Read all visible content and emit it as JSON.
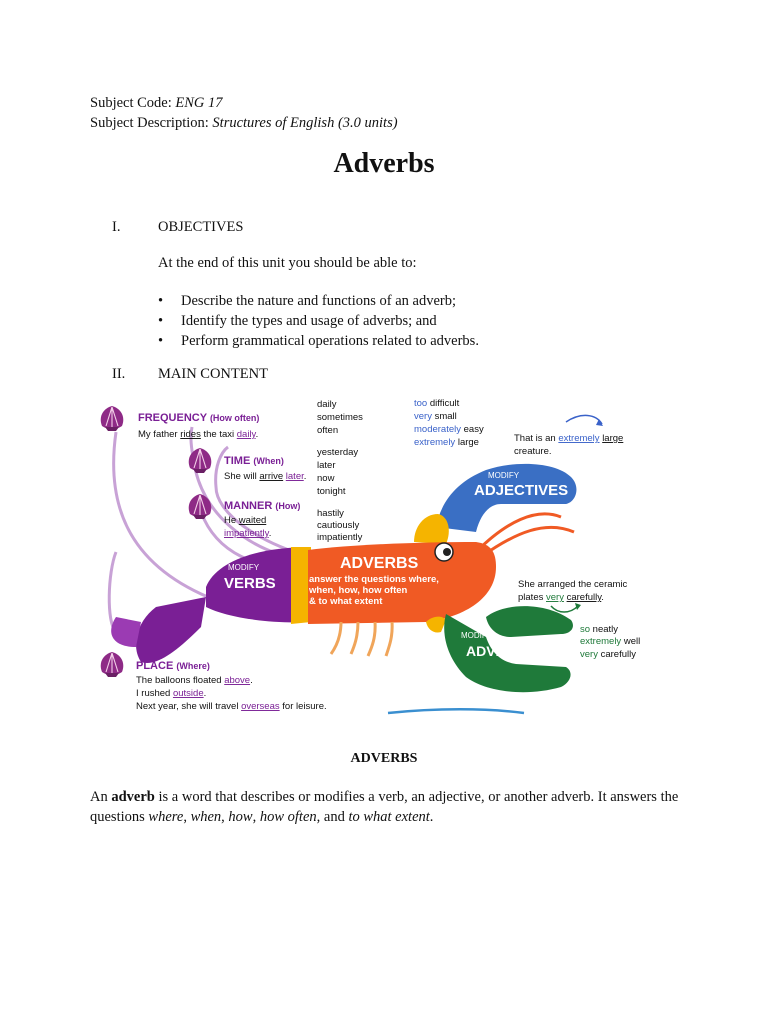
{
  "header": {
    "subject_code_label": "Subject Code:",
    "subject_code_value": "ENG 17",
    "subject_desc_label": "Subject Description:",
    "subject_desc_value": "Structures of English (3.0 units)"
  },
  "title": "Adverbs",
  "objectives": {
    "numeral": "I.",
    "heading": "OBJECTIVES",
    "intro": "At the end of this unit you should be able to:",
    "items": [
      "Describe the nature and functions of an adverb;",
      "Identify the types and usage of adverbs; and",
      "Perform grammatical operations related to adverbs."
    ]
  },
  "main_content": {
    "numeral": "II.",
    "heading": "MAIN CONTENT"
  },
  "diagram": {
    "frequency": {
      "label": "FREQUENCY",
      "qualifier": "(How often)",
      "ex_pre": "My father ",
      "ex_verb": "rides",
      "ex_mid": " the taxi ",
      "ex_adv": "daily",
      "ex_post": "."
    },
    "frequency_words": [
      "daily",
      "sometimes",
      "often"
    ],
    "time": {
      "label": "TIME",
      "qualifier": "(When)",
      "ex_pre": "She will ",
      "ex_verb": "arrive",
      "ex_mid": " ",
      "ex_adv": "later",
      "ex_post": "."
    },
    "time_words": [
      "yesterday",
      "later",
      "now",
      "tonight"
    ],
    "manner": {
      "label": "MANNER",
      "qualifier": "(How)",
      "ex_pre": "He ",
      "ex_verb": "waited",
      "ex_adv": "impatiently",
      "ex_post": "."
    },
    "manner_words": [
      "hastily",
      "cautiously",
      "impatiently"
    ],
    "adjective_phrases": [
      {
        "adv": "too",
        "adj": " difficult"
      },
      {
        "adv": "very",
        "adj": " small"
      },
      {
        "adv": "moderately",
        "adj": " easy"
      },
      {
        "adv": "extremely",
        "adj": " large"
      }
    ],
    "adj_example": {
      "pre": "That is an ",
      "adv": "extremely",
      "mid": " ",
      "adj": "large",
      "line2": "creature."
    },
    "modify_adjectives": {
      "top": "MODIFY",
      "main": "ADJECTIVES"
    },
    "modify_verbs": {
      "top": "MODIFY",
      "main": "VERBS"
    },
    "modify_adverbs": {
      "top": "MODIFY",
      "main": "ADVERBS"
    },
    "body": {
      "title": "ADVERBS",
      "line1": "answer the questions where,",
      "line2": "when, how, how often",
      "line3": "& to what extent"
    },
    "adverb_example": {
      "line1": "She arranged the ceramic",
      "pre": "plates ",
      "adv1": "very",
      "mid": " ",
      "adv2": "carefully",
      "post": "."
    },
    "adverb_phrases": [
      {
        "adv": "so",
        "rest": " neatly"
      },
      {
        "adv": "extremely",
        "rest": " well"
      },
      {
        "adv": "very",
        "rest": " carefully"
      }
    ],
    "place": {
      "label": "PLACE",
      "qualifier": "(Where)",
      "ex1_pre": "The balloons floated ",
      "ex1_adv": "above",
      "ex1_post": ".",
      "ex2_pre": "I rushed ",
      "ex2_adv": "outside",
      "ex2_post": ".",
      "ex3_pre": "Next year, she will travel ",
      "ex3_adv": "overseas",
      "ex3_post": " for leisure."
    },
    "colors": {
      "purple": "#7a1f95",
      "orange": "#f05a24",
      "blue": "#3a6fc4",
      "green": "#1f7a3a",
      "yellow": "#f5b400",
      "link_blue": "#3a62c9"
    }
  },
  "adverbs_section": {
    "heading": "ADVERBS",
    "p_pre": "An ",
    "p_term": "adverb",
    "p_mid": " is a word that describes or modifies a verb, an adjective, or another adverb. It answers the questions ",
    "q1": "where",
    "sep1": ", ",
    "q2": "when",
    "sep2": ", ",
    "q3": "how",
    "sep3": ", ",
    "q4": "how often",
    "sep4": ", and ",
    "q5": "to what extent",
    "p_end": "."
  }
}
